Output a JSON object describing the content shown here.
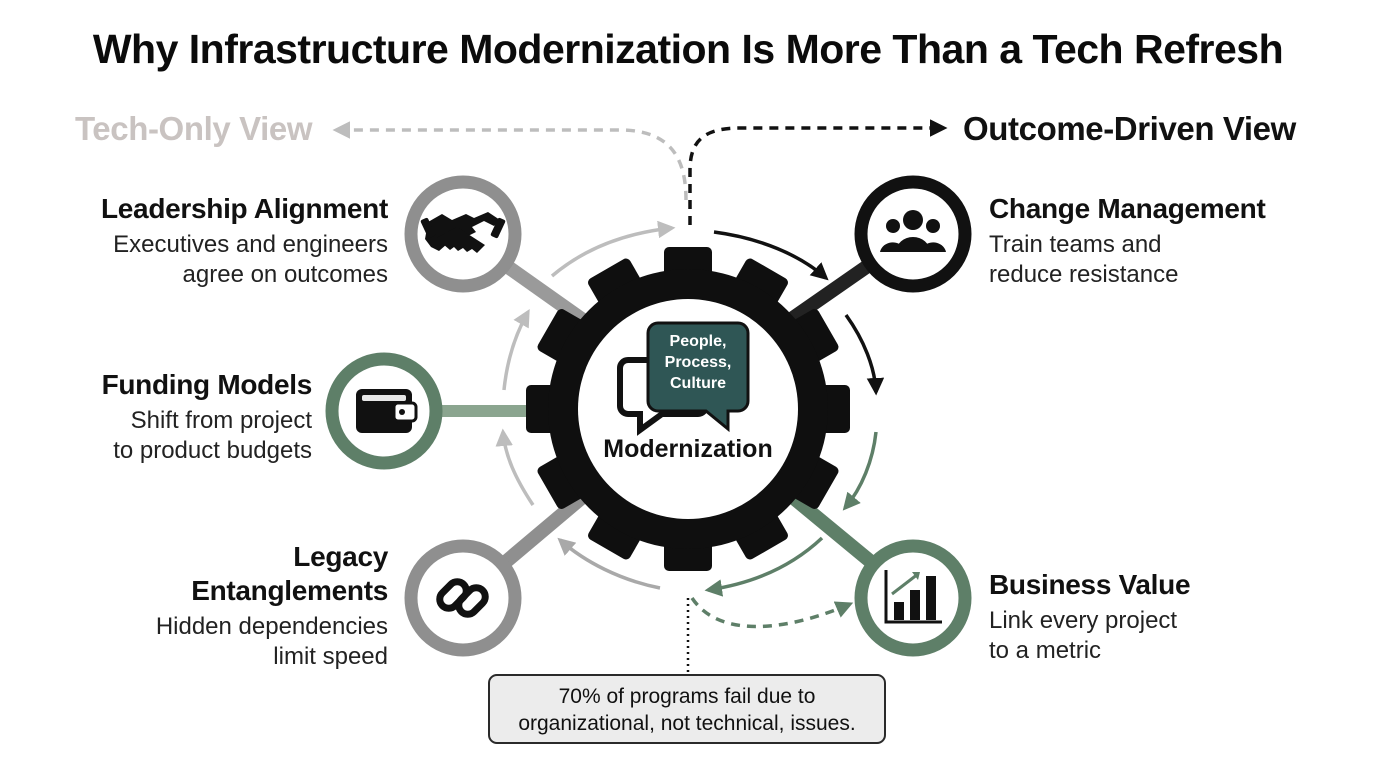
{
  "title": "Why Infrastructure Modernization Is More Than a Tech Refresh",
  "views": {
    "left": "Tech-Only View",
    "right": "Outcome-Driven View"
  },
  "hub": {
    "label": "Modernization",
    "bubble_lines": [
      "People,",
      "Process,",
      "Culture"
    ]
  },
  "items": {
    "leadership": {
      "heading": "Leadership Alignment",
      "desc_lines": [
        "Executives and engineers",
        "agree on outcomes"
      ],
      "icon": "handshake-icon"
    },
    "funding": {
      "heading": "Funding Models",
      "desc_lines": [
        "Shift from project",
        "to product budgets"
      ],
      "icon": "wallet-icon"
    },
    "legacy": {
      "heading_lines": [
        "Legacy",
        "Entanglements"
      ],
      "desc_lines": [
        "Hidden dependencies",
        "limit speed"
      ],
      "icon": "chain-link-icon"
    },
    "change": {
      "heading": "Change Management",
      "desc_lines": [
        "Train teams and",
        "reduce resistance"
      ],
      "icon": "people-group-icon"
    },
    "value": {
      "heading": "Business Value",
      "desc_lines": [
        "Link every project",
        "to a metric"
      ],
      "icon": "bar-chart-growth-icon"
    }
  },
  "callout_lines": [
    "70% of programs fail due to",
    "organizational, not technical, issues."
  ],
  "colors": {
    "gray_ring": "#8f8f8f",
    "green_ring": "#5e7f68",
    "dark_ring": "#111111",
    "gear": "#0f0f0f",
    "bubble_front": "#2f5655",
    "tech_only_label": "#c9c3c1"
  }
}
